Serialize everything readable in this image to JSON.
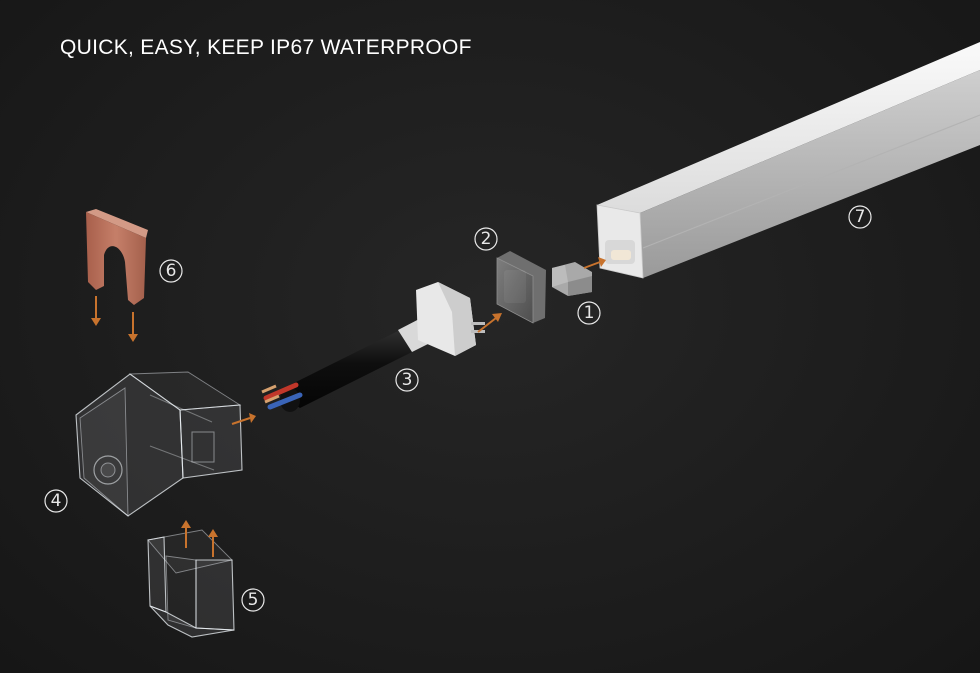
{
  "title": "QUICK, EASY, KEEP IP67 WATERPROOF",
  "parts": [
    {
      "num": "1"
    },
    {
      "num": "2"
    },
    {
      "num": "3"
    },
    {
      "num": "4"
    },
    {
      "num": "5"
    },
    {
      "num": "6"
    },
    {
      "num": "7"
    }
  ],
  "colors": {
    "background": "#1d1d1d",
    "arrow": "#c8732d",
    "copper_clip": "#b8735f",
    "label": "#e8e8e8"
  }
}
